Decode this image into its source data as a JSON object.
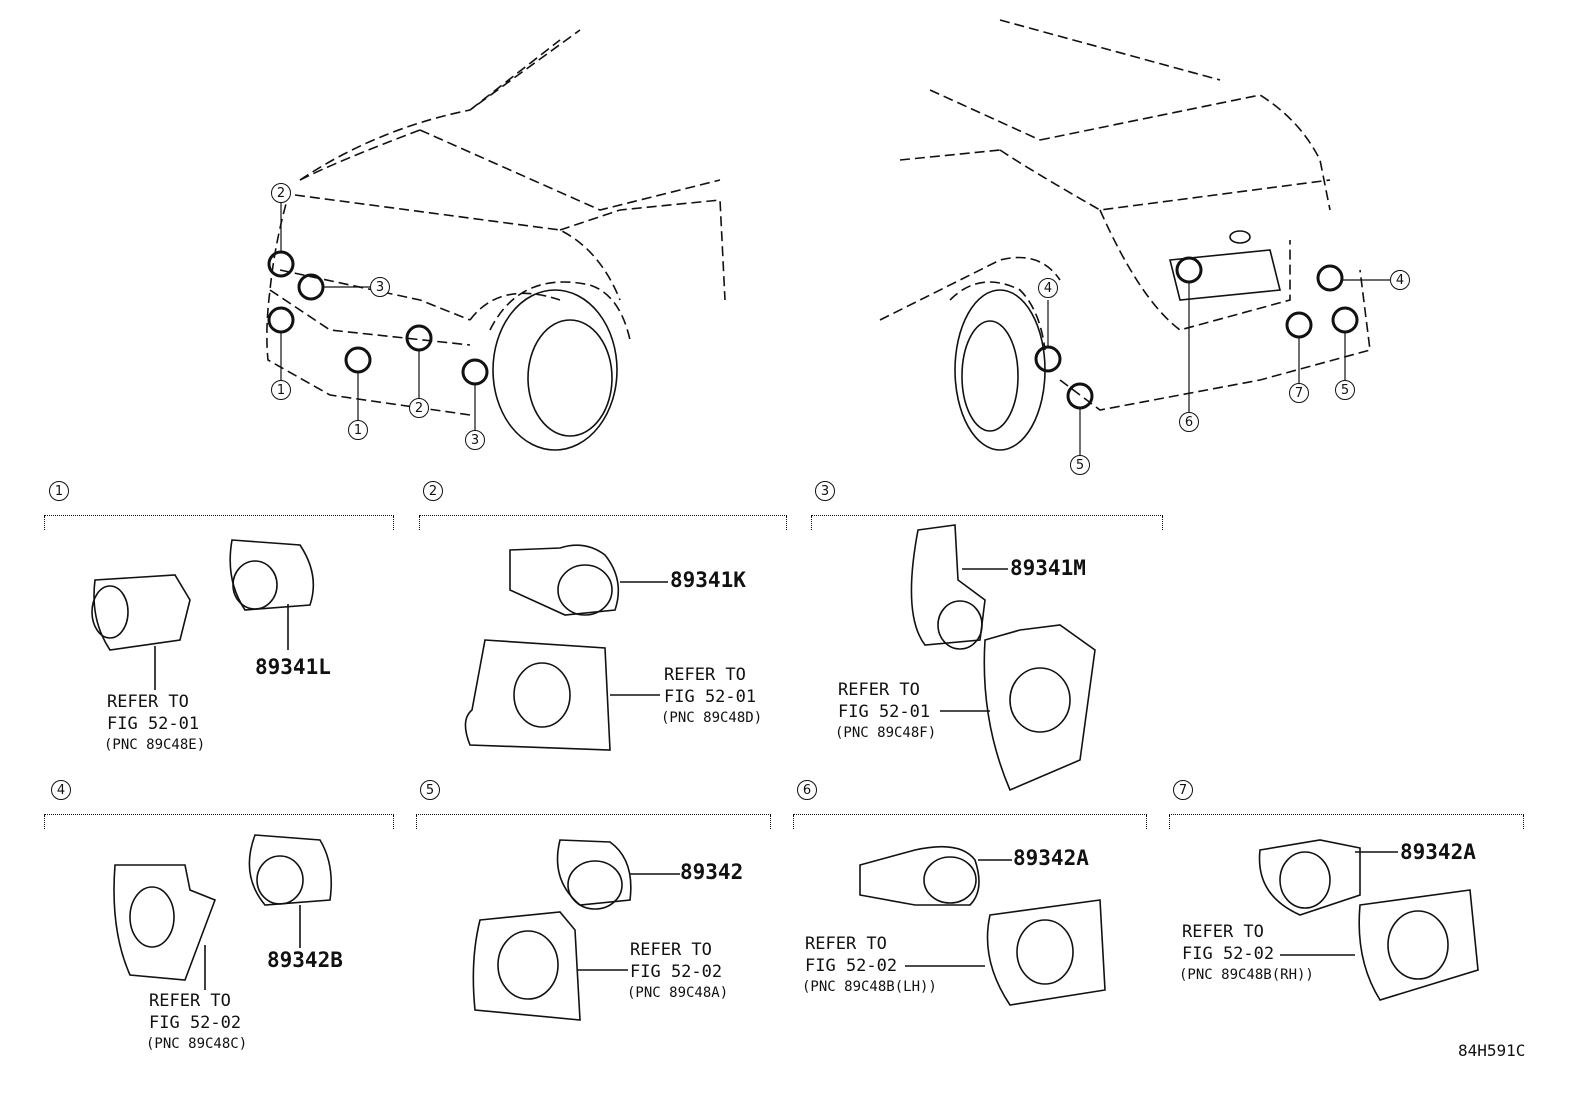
{
  "callout_numbers": [
    "1",
    "2",
    "3",
    "4",
    "5",
    "6",
    "7"
  ],
  "groups": [
    {
      "num": "1",
      "part": "89341L",
      "ref": [
        "REFER TO",
        "FIG 52-01"
      ],
      "pnc": "(PNC 89C48E)"
    },
    {
      "num": "2",
      "part": "89341K",
      "ref": [
        "REFER TO",
        "FIG 52-01"
      ],
      "pnc": "(PNC 89C48D)"
    },
    {
      "num": "3",
      "part": "89341M",
      "ref": [
        "REFER TO",
        "FIG 52-01"
      ],
      "pnc": "(PNC 89C48F)"
    },
    {
      "num": "4",
      "part": "89342B",
      "ref": [
        "REFER TO",
        "FIG 52-02"
      ],
      "pnc": "(PNC 89C48C)"
    },
    {
      "num": "5",
      "part": "89342",
      "ref": [
        "REFER TO",
        "FIG 52-02"
      ],
      "pnc": "(PNC 89C48A)"
    },
    {
      "num": "6",
      "part": "89342A",
      "ref": [
        "REFER TO",
        "FIG 52-02"
      ],
      "pnc": "(PNC 89C48B(LH))"
    },
    {
      "num": "7",
      "part": "89342A",
      "ref": [
        "REFER TO",
        "FIG 52-02"
      ],
      "pnc": "(PNC 89C48B(RH))"
    }
  ],
  "figure_code": "84H591C"
}
